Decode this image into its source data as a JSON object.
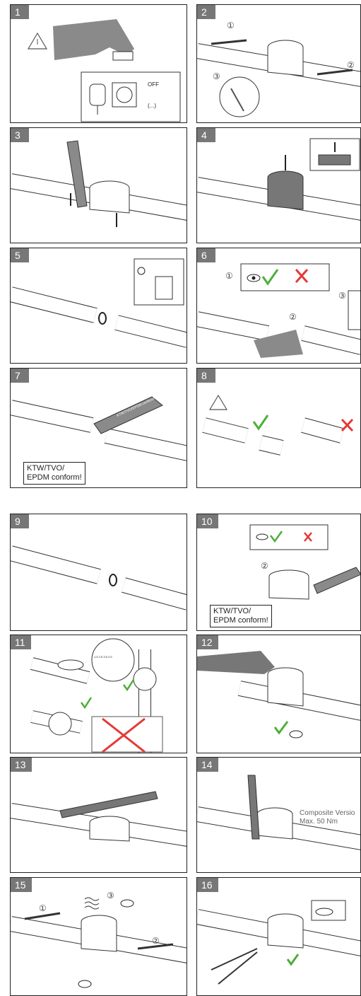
{
  "panels": [
    {
      "num": "1"
    },
    {
      "num": "2"
    },
    {
      "num": "3"
    },
    {
      "num": "4"
    },
    {
      "num": "5"
    },
    {
      "num": "6"
    },
    {
      "num": "7"
    },
    {
      "num": "8"
    },
    {
      "num": "9"
    },
    {
      "num": "10"
    },
    {
      "num": "11"
    },
    {
      "num": "12"
    },
    {
      "num": "13"
    },
    {
      "num": "14"
    },
    {
      "num": "15"
    },
    {
      "num": "16"
    }
  ],
  "p1": {
    "off": "OFF",
    "dots": "(...)"
  },
  "circled": {
    "one": "①",
    "two": "②",
    "three": "③"
  },
  "conform": {
    "line1": "KTW/TVO/",
    "line2": "EPDM conform!"
  },
  "tube_text": "KTW/TVO/EPDM conform",
  "p14": {
    "line1": "Composite Versio",
    "line2": "Max. 50 Nm"
  },
  "p11_scale": "1.5  2.5  3.5  4  5"
}
